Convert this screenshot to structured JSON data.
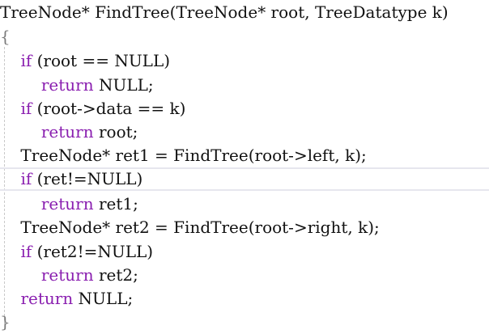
{
  "editor": {
    "lines": [
      [
        {
          "t": "TreeNode* FindTree(TreeNode* root, TreeDatatype k)",
          "c": "tok"
        }
      ],
      [
        {
          "t": "{",
          "c": "brace"
        }
      ],
      [
        {
          "t": "    ",
          "c": "tok"
        },
        {
          "t": "if",
          "c": "kw"
        },
        {
          "t": " (root == NULL)",
          "c": "tok"
        }
      ],
      [
        {
          "t": "        ",
          "c": "tok"
        },
        {
          "t": "return",
          "c": "kw"
        },
        {
          "t": " NULL;",
          "c": "tok"
        }
      ],
      [
        {
          "t": "    ",
          "c": "tok"
        },
        {
          "t": "if",
          "c": "kw"
        },
        {
          "t": " (root->data == k)",
          "c": "tok"
        }
      ],
      [
        {
          "t": "        ",
          "c": "tok"
        },
        {
          "t": "return",
          "c": "kw"
        },
        {
          "t": " root;",
          "c": "tok"
        }
      ],
      [
        {
          "t": "    TreeNode* ret1 = FindTree(root->left, k);",
          "c": "tok"
        }
      ],
      [
        {
          "t": "    ",
          "c": "tok"
        },
        {
          "t": "if",
          "c": "kw"
        },
        {
          "t": " (ret!=NULL)",
          "c": "tok"
        }
      ],
      [
        {
          "t": "        ",
          "c": "tok"
        },
        {
          "t": "return",
          "c": "kw"
        },
        {
          "t": " ret1;",
          "c": "tok"
        }
      ],
      [
        {
          "t": "    TreeNode* ret2 = FindTree(root->right, k);",
          "c": "tok"
        }
      ],
      [
        {
          "t": "    ",
          "c": "tok"
        },
        {
          "t": "if",
          "c": "kw"
        },
        {
          "t": " (ret2!=NULL)",
          "c": "tok"
        }
      ],
      [
        {
          "t": "        ",
          "c": "tok"
        },
        {
          "t": "return",
          "c": "kw"
        },
        {
          "t": " ret2;",
          "c": "tok"
        }
      ],
      [
        {
          "t": "    ",
          "c": "tok"
        },
        {
          "t": "return",
          "c": "kw"
        },
        {
          "t": " NULL;",
          "c": "tok"
        }
      ],
      [
        {
          "t": "}",
          "c": "brace"
        }
      ]
    ],
    "current_line": 7,
    "colors": {
      "keyword": "#8a1fb0",
      "text": "#111111",
      "brace": "#7a7a7a",
      "current_line_border": "#e6e6ee",
      "indent_guide": "#c9c9c9"
    }
  }
}
